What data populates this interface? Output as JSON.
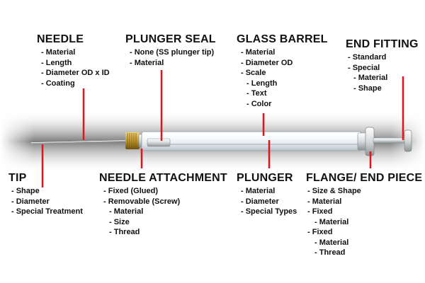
{
  "colors": {
    "leader_line": "#e3141b",
    "barrel_glass": "#eef3f6",
    "needle_hub": "#c59a2c",
    "shadow_band": "#8f8f8f"
  },
  "labels": {
    "needle": {
      "title": "NEEDLE",
      "items": [
        "- Material",
        "- Length",
        "- Diameter OD x ID",
        "- Coating"
      ]
    },
    "plunger_seal": {
      "title": "PLUNGER SEAL",
      "items": [
        "- None (SS plunger tip)",
        "- Material"
      ]
    },
    "glass_barrel": {
      "title": "GLASS BARREL",
      "items": [
        "- Material",
        "- Diameter OD",
        "- Scale",
        "- Length",
        "- Text",
        "- Color"
      ]
    },
    "end_fitting": {
      "title": "END FITTING",
      "items": [
        "- Standard",
        "- Special",
        "- Material",
        "- Shape"
      ]
    },
    "tip": {
      "title": "TIP",
      "items": [
        "- Shape",
        "- Diameter",
        "- Special Treatment"
      ]
    },
    "needle_attachment": {
      "title": "NEEDLE ATTACHMENT",
      "items": [
        "- Fixed (Glued)",
        "- Removable (Screw)",
        "- Material",
        "- Size",
        "- Thread"
      ]
    },
    "plunger": {
      "title": "PLUNGER",
      "items": [
        "- Material",
        "- Diameter",
        "- Special Types"
      ]
    },
    "flange_end_piece": {
      "title": "FLANGE/ END PIECE",
      "items": [
        "- Size & Shape",
        "- Material",
        "- Fixed",
        "- Material",
        "- Fixed",
        "- Material",
        "- Thread"
      ]
    }
  }
}
